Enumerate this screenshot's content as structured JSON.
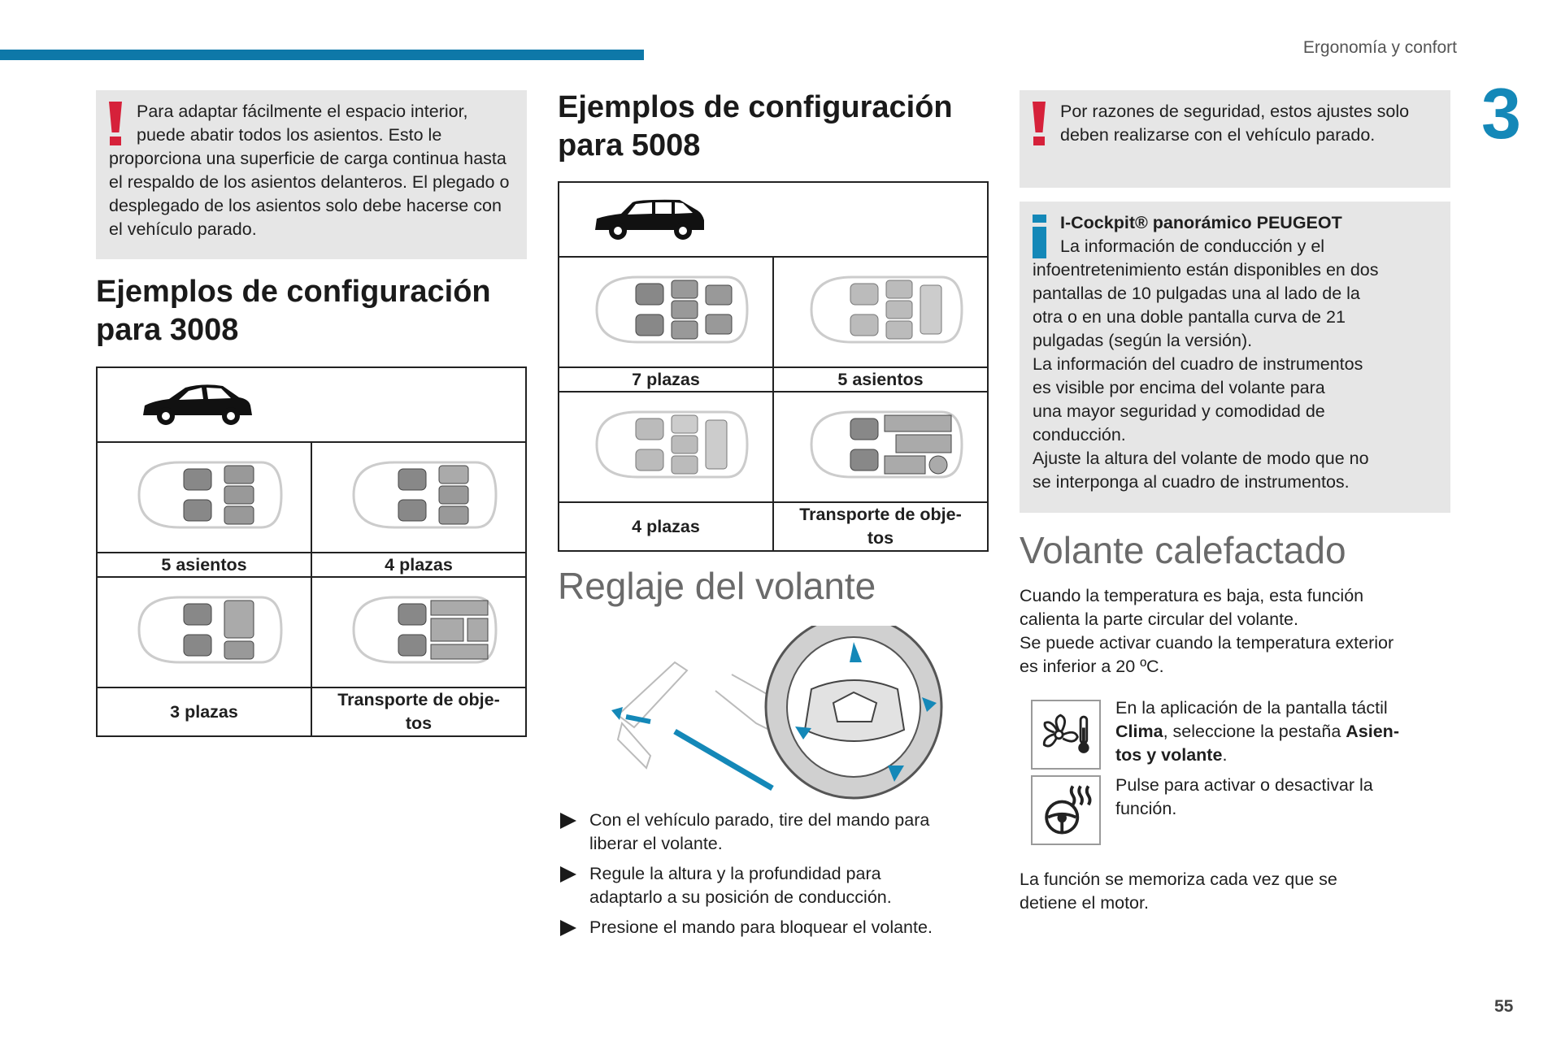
{
  "header": {
    "section_title": "Ergonomía y confort",
    "chapter_number": "3",
    "page_number": "55",
    "accent_color": "#0e78a8"
  },
  "col1": {
    "warning": {
      "icon": "warning-icon",
      "text": "Para adaptar fácilmente el espacio interior, puede abatir todos los asientos. Esto le proporciona una superficie de carga continua hasta el respaldo de los asientos delanteros. El plegado o desplegado de los asientos solo debe hacerse con el vehículo parado."
    },
    "heading": {
      "line1": "Ejemplos de configuración",
      "line2": "para 3008"
    },
    "table": {
      "cells": [
        {
          "label": "5 asientos"
        },
        {
          "label": "4 plazas"
        },
        {
          "label": "3 plazas"
        },
        {
          "label_line1": "Transporte de obje-",
          "label_line2": "tos"
        }
      ]
    }
  },
  "col2": {
    "heading": {
      "line1": "Ejemplos de configuración",
      "line2": "para 5008"
    },
    "table": {
      "cells": [
        {
          "label": "7 plazas"
        },
        {
          "label": "5 asientos"
        },
        {
          "label": "4 plazas"
        },
        {
          "label_line1": "Transporte de obje-",
          "label_line2": "tos"
        }
      ]
    },
    "steering_heading": "Reglaje del volante",
    "bullets": [
      {
        "line1": "Con el vehículo parado, tire del mando para",
        "line2": "liberar el volante."
      },
      {
        "line1": "Regule la altura y la profundidad para",
        "line2": "adaptarlo a su posición de conducción."
      },
      {
        "line1": "Presione el mando para bloquear el volante.",
        "line2": ""
      }
    ]
  },
  "col3": {
    "warning": {
      "icon": "warning-icon",
      "text": "Por razones de seguridad, estos ajustes solo deben realizarse con el vehículo parado."
    },
    "info": {
      "icon": "info-icon",
      "title": "I-Cockpit® panorámico PEUGEOT",
      "lines": [
        "La información de conducción y el",
        "infoentretenimiento están disponibles en dos",
        "pantallas de 10 pulgadas una al lado de la",
        "otra o en una doble pantalla curva de 21",
        "pulgadas (según la versión).",
        "La información del cuadro de instrumentos",
        "es visible por encima del volante para",
        "una mayor seguridad y comodidad de",
        "conducción.",
        "Ajuste la altura del volante de modo que no",
        "se interponga al cuadro de instrumentos."
      ]
    },
    "heated_heading": "Volante calefactado",
    "intro_lines": [
      "Cuando la temperatura es baja, esta función",
      "calienta la parte circular del volante.",
      "Se puede activar cuando la temperatura exterior",
      "es inferior a 20 ºC."
    ],
    "step1": {
      "icon": "fan-thermometer-icon",
      "pre": "En la aplicación de la pantalla táctil",
      "clima": "Clima",
      "mid": ", seleccione la pestaña ",
      "tab1": "Asien-",
      "tab2": "tos y volante",
      "end": "."
    },
    "step2": {
      "icon": "heated-steering-wheel-icon",
      "line1": "Pulse para activar o desactivar la",
      "line2": "función."
    },
    "footer_lines": [
      "La función se memoriza cada vez que se",
      "detiene el motor."
    ]
  }
}
